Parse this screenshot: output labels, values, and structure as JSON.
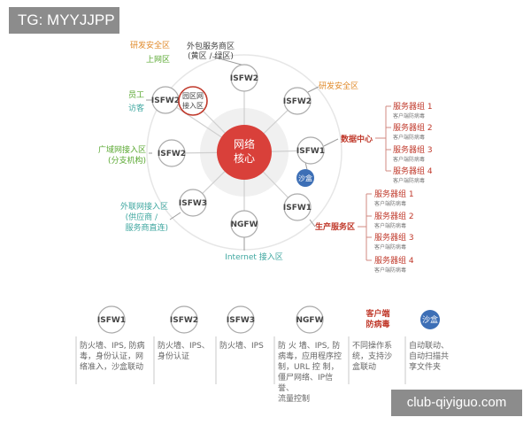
{
  "header": {
    "tag": "TG: MYYJJPP"
  },
  "center": {
    "line1": "网络",
    "line2": "核心"
  },
  "nodes": {
    "top": "ISFW2",
    "top_right": "ISFW2",
    "right_upper": "ISFW1",
    "right_lower": "ISFW1",
    "bottom": "NGFW",
    "bottom_left": "ISFW3",
    "left": "ISFW2",
    "upper_left": "ISFW2",
    "campus": {
      "line1": "园区网",
      "line2": "接入区"
    },
    "sandbox": "沙盒"
  },
  "zones": {
    "outsource": {
      "line1": "外包服务商区",
      "line2": "(黄区 / 绿区)"
    },
    "rd_left": "研发安全区",
    "internet_access_top": "上网区",
    "rd_right": "研发安全区",
    "staff": "员工",
    "visitor": "访客",
    "wan": {
      "line1": "广域网接入区",
      "line2": "(分支机构)"
    },
    "extranet": {
      "line1": "外联网接入区",
      "line2": "(供应商 /",
      "line3": "服务商直连)"
    },
    "internet": "Internet 接入区",
    "datacenter": "数据中心",
    "production": "生产服务区"
  },
  "server_groups_dc": [
    {
      "name": "服务器组 1",
      "sub": "客户端防病毒"
    },
    {
      "name": "服务器组 2",
      "sub": "客户端防病毒"
    },
    {
      "name": "服务器组 3",
      "sub": "客户端防病毒"
    },
    {
      "name": "服务器组 4",
      "sub": "客户端防病毒"
    }
  ],
  "server_groups_prod": [
    {
      "name": "服务器组 1",
      "sub": "客户端防病毒"
    },
    {
      "name": "服务器组 2",
      "sub": "客户端防病毒"
    },
    {
      "name": "服务器组 3",
      "sub": "客户端防病毒"
    },
    {
      "name": "服务器组 4",
      "sub": "客户端防病毒"
    }
  ],
  "legend": {
    "isfw1": {
      "label": "ISFW1",
      "desc": [
        "防火墙、IPS, 防病",
        "毒，身份认证，网",
        "络准入，沙盒联动"
      ]
    },
    "isfw2": {
      "label": "ISFW2",
      "desc": [
        "防火墙、IPS、",
        "身份认证"
      ]
    },
    "isfw3": {
      "label": "ISFW3",
      "desc": [
        "防火墙、IPS"
      ]
    },
    "ngfw": {
      "label": "NGFW",
      "desc": [
        "防 火 墙、IPS, 防",
        "病毒，应用程序控",
        "制，URL 控 制，",
        "僵尸网络、IP信誉、",
        "流量控制"
      ]
    },
    "client_av": {
      "line1": "客户端",
      "line2": "防病毒",
      "desc": [
        "不同操作系",
        "统，支持沙",
        "盒联动"
      ]
    },
    "sandbox": {
      "label": "沙盒",
      "desc": [
        "自动联动、",
        "自动扫描共",
        "享文件夹"
      ]
    }
  },
  "footer": {
    "watermark": "club-qiyiguo.com"
  },
  "colors": {
    "red": "#c0392b",
    "orange": "#e08a2a",
    "green": "#5aa832",
    "teal": "#3fa7a0",
    "blue": "#3d6fb6",
    "gray_line": "#bdbdbd"
  }
}
